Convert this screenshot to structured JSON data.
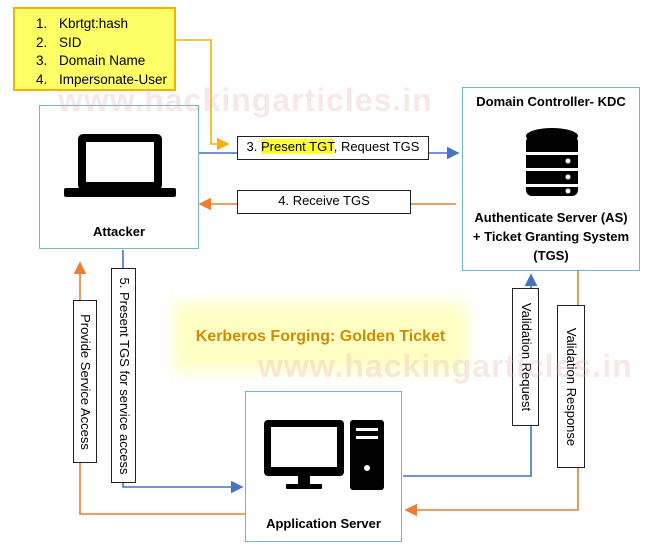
{
  "prerequisites": {
    "items": [
      "Kbrtgt:hash",
      "SID",
      "Domain Name",
      "Impersonate-User"
    ]
  },
  "nodes": {
    "attacker": "Attacker",
    "kdc_title": "Domain Controller- KDC",
    "kdc_desc_line1": "Authenticate Server (AS)",
    "kdc_desc_line2": "+ Ticket Granting System",
    "kdc_desc_line3": "(TGS)",
    "app_server": "Application Server"
  },
  "steps": {
    "step3_prefix": "3. ",
    "step3_highlight": "Present TGT",
    "step3_suffix": ", Request TGS",
    "step4": "4. Receive TGS",
    "step5": "5. Present TGS for service access",
    "provide_access": "Provide Service Access",
    "validation_request": "Validation Request",
    "validation_response": "Validation Response"
  },
  "title": "Kerberos Forging: Golden Ticket",
  "watermark": "www.hackingarticles.in",
  "colors": {
    "blue_arrow": "#4472c4",
    "orange_arrow": "#ed7d31",
    "yellow_connector": "#f0b400",
    "box_border": "#6fb8c8",
    "title_text": "#d28a00"
  }
}
